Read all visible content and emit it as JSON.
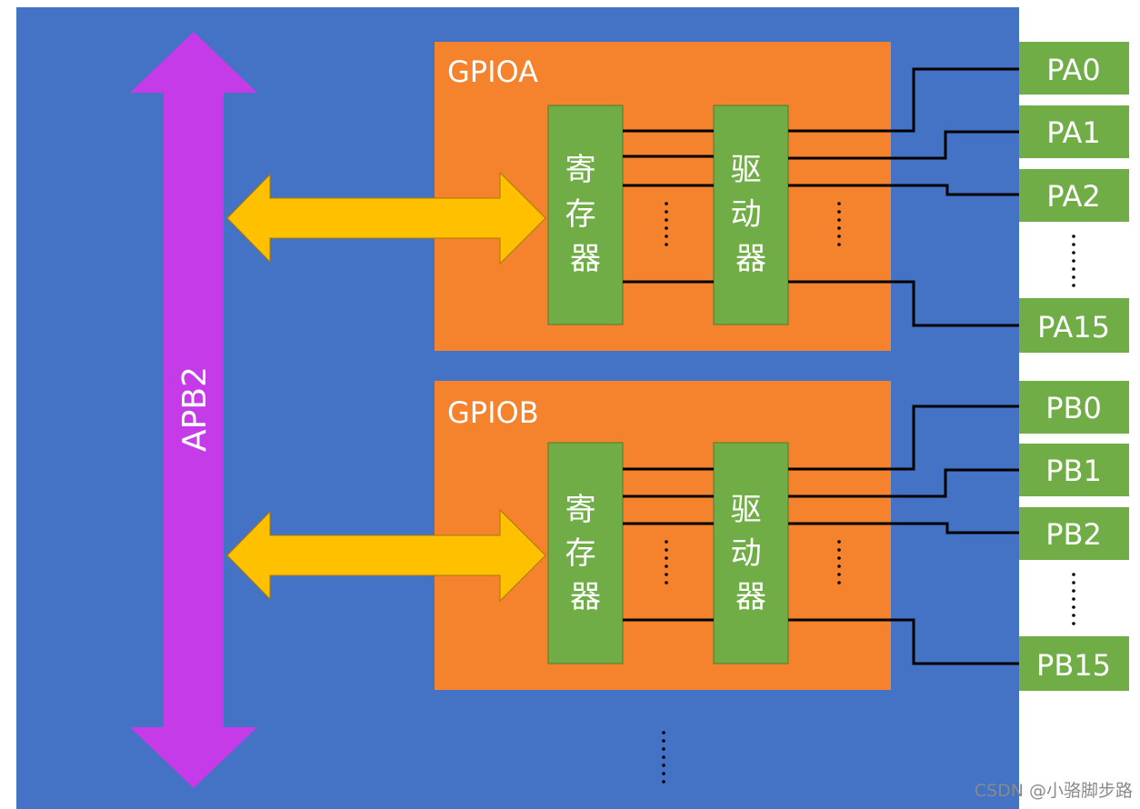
{
  "bus": {
    "label": "APB2"
  },
  "modules": [
    {
      "title": "GPIOA",
      "register_label": "寄\n存\n器",
      "driver_label": "驱\n动\n器",
      "pins": [
        "PA0",
        "PA1",
        "PA2",
        "PA15"
      ]
    },
    {
      "title": "GPIOB",
      "register_label": "寄\n存\n器",
      "driver_label": "驱\n动\n器",
      "pins": [
        "PB0",
        "PB1",
        "PB2",
        "PB15"
      ]
    }
  ],
  "ellipsis": "⋮",
  "watermark": "CSDN @小骆脚步路",
  "colors": {
    "background": "#4472c4",
    "bus": "#c63be8",
    "module": "#f5822c",
    "block": "#70ad47",
    "arrow": "#ffc000",
    "wire": "#000000",
    "pin": "#70ad47"
  }
}
